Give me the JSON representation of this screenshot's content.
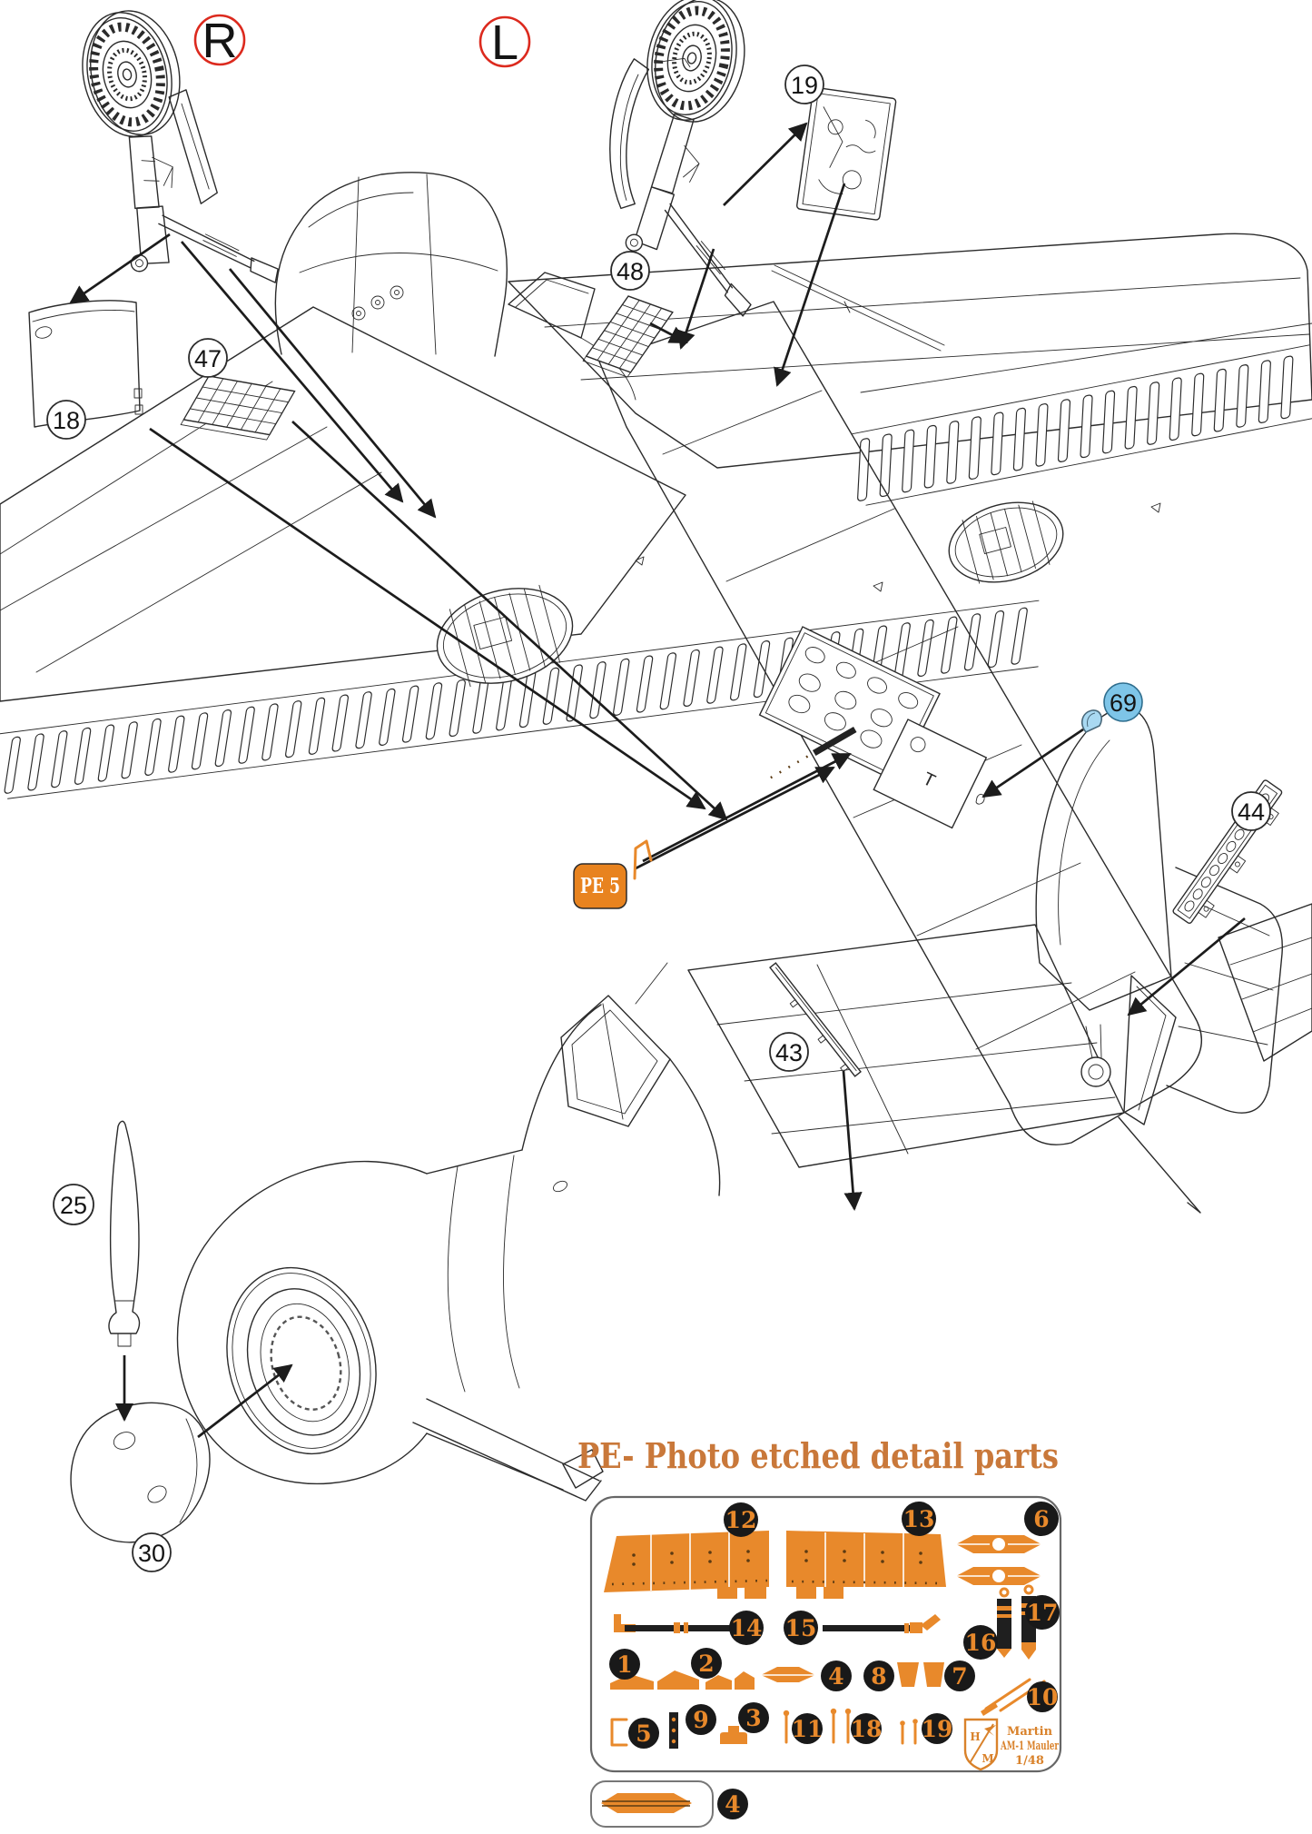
{
  "colors": {
    "ink": "#2b2b2b",
    "accent_orange_parts": "#E8892B",
    "badge_orange": "#E8831F",
    "title_orange": "#C9783A",
    "callout_red": "#DC2A1E",
    "callout_blue_fill": "#7EC5E8",
    "blue_part_fill": "#A9D9F2"
  },
  "callouts": {
    "right_gear": {
      "label": "R"
    },
    "left_gear": {
      "label": "L"
    },
    "part19": {
      "label": "19"
    },
    "part48": {
      "label": "48"
    },
    "part47": {
      "label": "47"
    },
    "part18": {
      "label": "18"
    },
    "part69": {
      "label": "69"
    },
    "part44": {
      "label": "44"
    },
    "part43": {
      "label": "43"
    },
    "part25": {
      "label": "25"
    },
    "part30": {
      "label": "30"
    }
  },
  "pe_badge": {
    "label": "PE 5"
  },
  "fuselage_markings": {
    "t": "T"
  },
  "footer": {
    "title": "PE- Photo etched detail parts"
  },
  "fret": {
    "items": {
      "n12": "12",
      "n13": "13",
      "n6": "6",
      "n14": "14",
      "n15": "15",
      "n17": "17",
      "n16": "16",
      "n1": "1",
      "n2": "2",
      "n4": "4",
      "n8": "8",
      "n7": "7",
      "n10": "10",
      "n5": "5",
      "n9": "9",
      "n3": "3",
      "n11": "11",
      "n18": "18",
      "n19": "19"
    }
  },
  "extra_part": {
    "label": "4"
  },
  "logo": {
    "brand_line1": "Martin",
    "brand_line2": "AM-1 Mauler",
    "brand_line3": "1/48",
    "monogram_top": "H",
    "monogram_bottom": "M"
  }
}
